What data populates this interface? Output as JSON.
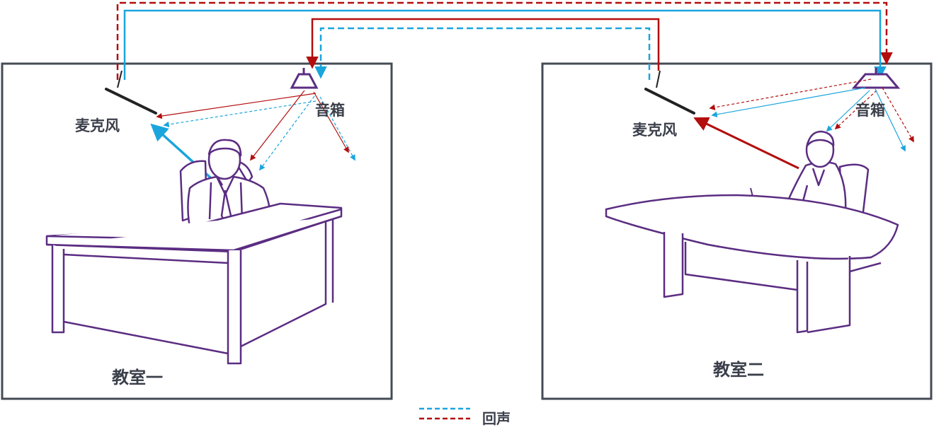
{
  "room1": {
    "title": "教室一",
    "mic_label": "麦克风",
    "speaker_label": "音箱"
  },
  "room2": {
    "title": "教室二",
    "mic_label": "麦克风",
    "speaker_label": "音箱"
  },
  "legend": {
    "label": "回声"
  },
  "colors": {
    "blue": "#1aa5dd",
    "red": "#b30d0d",
    "room_border": "#444b55",
    "furniture": "#5b2d82",
    "label": "#3a3f4a"
  },
  "icons": [
    "microphone-icon",
    "speaker-icon",
    "person-icon",
    "desk-icon",
    "arrow-icon"
  ]
}
